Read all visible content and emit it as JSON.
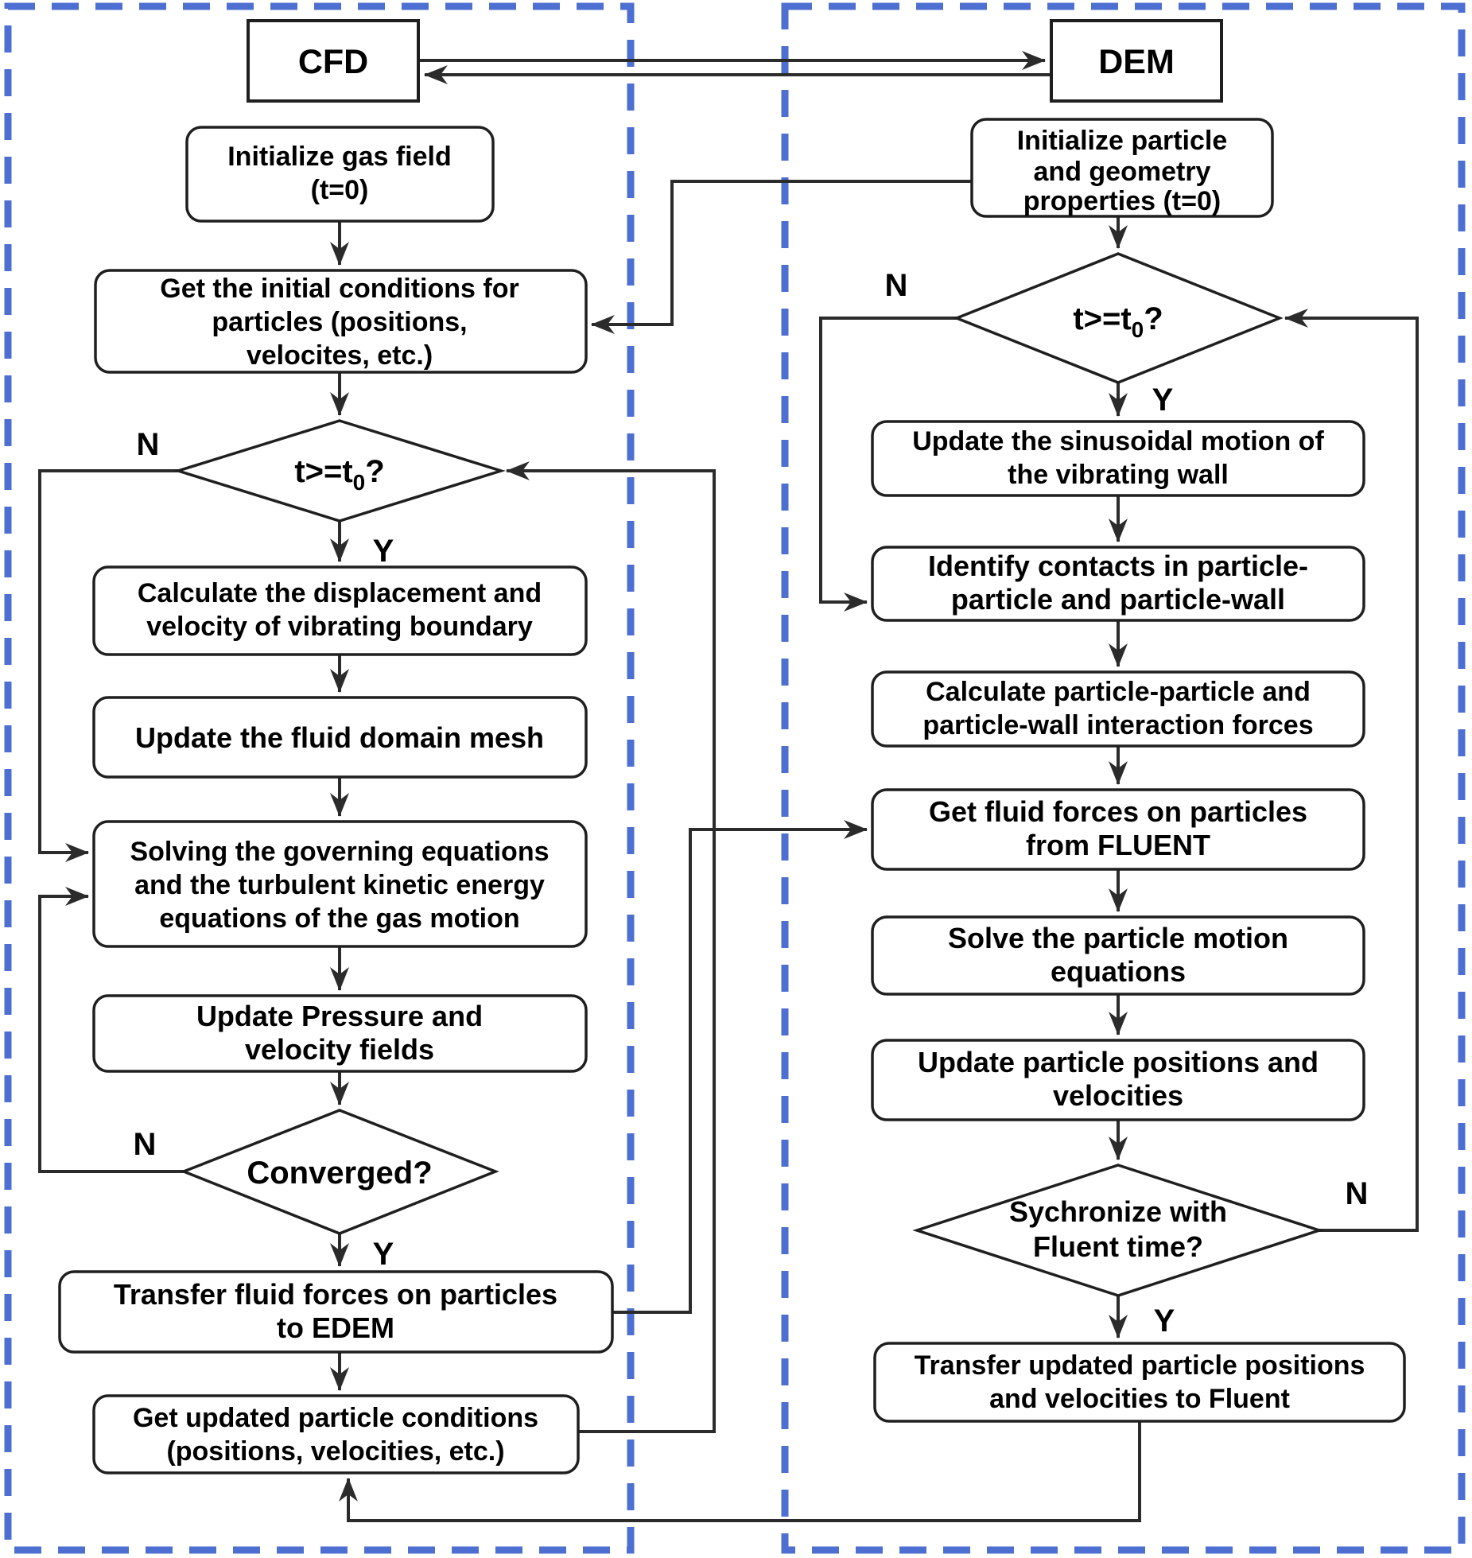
{
  "regions": {
    "cfd": {
      "header": "CFD"
    },
    "dem": {
      "header": "DEM"
    }
  },
  "branch_labels": {
    "yes": "Y",
    "no": "N"
  },
  "nodes": {
    "init_gas": {
      "line1": "Initialize gas field",
      "line2": "(t=0)"
    },
    "get_init": {
      "line1": "Get the initial conditions for",
      "line2": "particles (positions,",
      "line3": "velocites, etc.)"
    },
    "t_check_cfd": {
      "prefix": "t>=t",
      "sub": "0",
      "suffix": "?"
    },
    "calc_disp": {
      "line1": "Calculate the displacement and",
      "line2": "velocity of vibrating boundary"
    },
    "upd_mesh": {
      "line1": "Update the fluid domain mesh"
    },
    "solving": {
      "line1": "Solving the governing equations",
      "line2": "and the turbulent kinetic energy",
      "line3": "equations of the gas motion"
    },
    "upd_press": {
      "line1": "Update Pressure and",
      "line2": "velocity fields"
    },
    "converged": {
      "line1": "Converged?"
    },
    "transfer_fluid": {
      "line1": "Transfer fluid forces on particles",
      "line2": "to EDEM"
    },
    "get_updated": {
      "line1": "Get updated particle conditions",
      "line2": "(positions, velocities, etc.)"
    },
    "init_particle": {
      "line1": "Initialize particle",
      "line2": "and geometry",
      "line3": "properties (t=0)"
    },
    "t_check_dem": {
      "prefix": "t>=t",
      "sub": "0",
      "suffix": "?"
    },
    "upd_sinus": {
      "line1": "Update the sinusoidal motion of",
      "line2": "the vibrating wall"
    },
    "identify": {
      "line1": "Identify contacts in particle-",
      "line2": "particle and particle-wall"
    },
    "calc_forces": {
      "line1": "Calculate particle-particle and",
      "line2": "particle-wall interaction forces"
    },
    "get_fluid": {
      "line1": "Get fluid forces on particles",
      "line2": "from FLUENT"
    },
    "solve_motion": {
      "line1": "Solve the particle motion",
      "line2": "equations"
    },
    "upd_pos": {
      "line1": "Update particle positions and",
      "line2": "velocities"
    },
    "sync_check": {
      "line1": "Sychronize with",
      "line2": "Fluent time?"
    },
    "transfer_updated": {
      "line1": "Transfer updated particle positions",
      "line2": "and velocities to Fluent"
    }
  },
  "colors": {
    "region_border": "#4d6fd1",
    "node_fill": "#ffffff",
    "node_stroke": "#1f1f1f",
    "edge": "#2b2b2b",
    "text": "#000000",
    "background": "#ffffff"
  }
}
